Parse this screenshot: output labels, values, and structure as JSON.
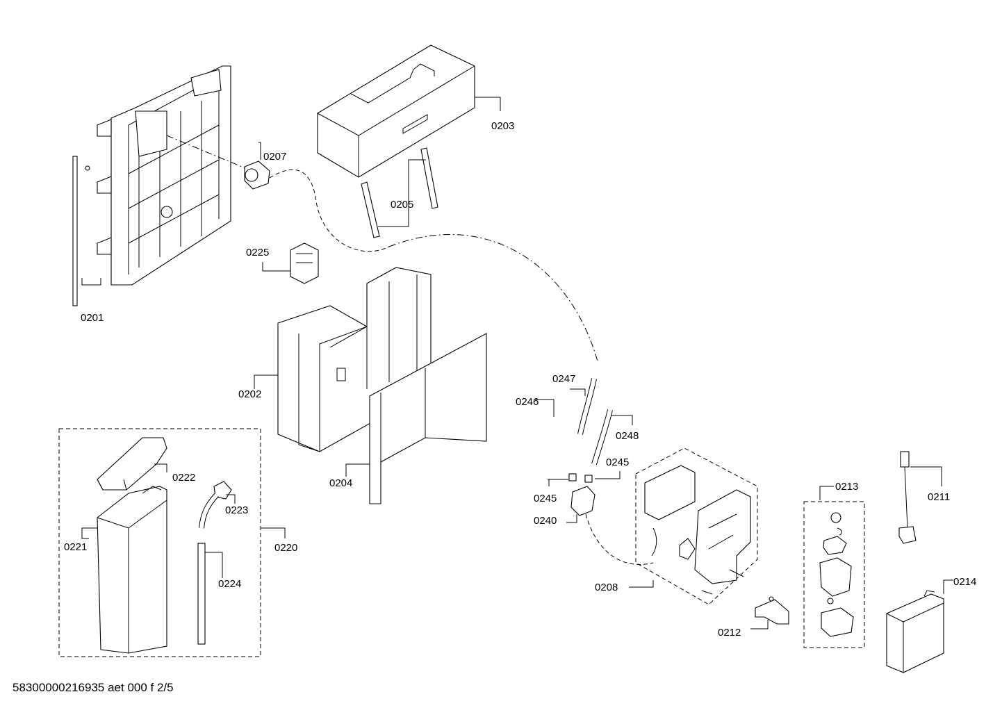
{
  "labels": {
    "p0201": "0201",
    "p0202": "0202",
    "p0203": "0203",
    "p0204": "0204",
    "p0205": "0205",
    "p0207": "0207",
    "p0208": "0208",
    "p0211": "0211",
    "p0212": "0212",
    "p0213": "0213",
    "p0214": "0214",
    "p0220": "0220",
    "p0221": "0221",
    "p0222": "0222",
    "p0223": "0223",
    "p0224": "0224",
    "p0225": "0225",
    "p0240": "0240",
    "p0245a": "0245",
    "p0245b": "0245",
    "p0246": "0246",
    "p0247": "0247",
    "p0248": "0248"
  },
  "footer": "58300000216935 aet 000 f 2/5"
}
